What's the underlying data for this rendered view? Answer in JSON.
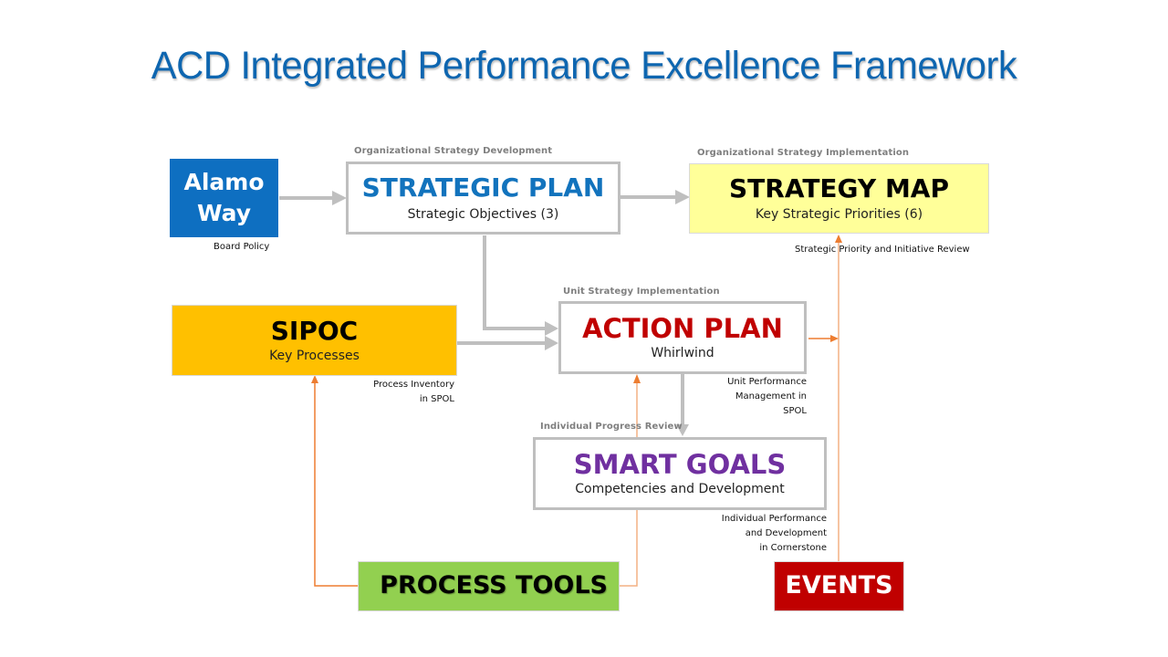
{
  "title": "ACD Integrated Performance Excellence Framework",
  "colors": {
    "title": "#0e66b0",
    "alamo_way_fill": "#0e6fc1",
    "strategic_plan_text": "#1273bd",
    "strategy_map_fill": "#ffff99",
    "sipoc_fill": "#ffc000",
    "action_plan_text": "#c00000",
    "smart_goals_text": "#7030a0",
    "process_tools_fill": "#92d050",
    "events_fill": "#c00000",
    "gray_connector": "#bfbfbf",
    "orange_connector": "#ed7d31"
  },
  "nodes": {
    "alamo_way": {
      "line1": "Alamo",
      "line2": "Way",
      "note": "Board Policy"
    },
    "strategic_plan": {
      "caption": "Organizational  Strategy Development",
      "heading": "STRATEGIC PLAN",
      "sub": "Strategic Objectives (3)"
    },
    "strategy_map": {
      "caption": "Organizational  Strategy Implementation",
      "heading": "STRATEGY MAP",
      "sub": "Key Strategic Priorities (6)",
      "note": "Strategic Priority and Initiative Review"
    },
    "sipoc": {
      "heading": "SIPOC",
      "sub": "Key Processes",
      "note_line1": "Process Inventory",
      "note_line2": "in SPOL"
    },
    "action_plan": {
      "caption": "Unit Strategy Implementation",
      "heading": "ACTION PLAN",
      "sub": "Whirlwind",
      "note_line1": "Unit Performance",
      "note_line2": "Management  in",
      "note_line3": "SPOL"
    },
    "smart_goals": {
      "caption": "Individual  Progress Review",
      "heading": "SMART GOALS",
      "sub": "Competencies and Development",
      "note_line1": "Individual Performance",
      "note_line2": "and Development",
      "note_line3": "in Cornerstone"
    },
    "process_tools": {
      "heading": "PROCESS TOOLS"
    },
    "events": {
      "heading": "EVENTS"
    }
  },
  "connectors": [
    {
      "from": "alamo_way",
      "to": "strategic_plan",
      "style": "gray-arrow"
    },
    {
      "from": "strategic_plan",
      "to": "strategy_map",
      "style": "gray-arrow"
    },
    {
      "from": "strategic_plan",
      "to": "action_plan",
      "style": "gray-elbow-arrow"
    },
    {
      "from": "sipoc",
      "to": "action_plan",
      "style": "gray-arrow"
    },
    {
      "from": "action_plan",
      "to": "smart_goals",
      "style": "gray-arrow"
    },
    {
      "from": "process_tools",
      "to": "sipoc",
      "style": "orange-elbow-arrow"
    },
    {
      "from": "process_tools",
      "to": "action_plan",
      "style": "orange-elbow-arrow"
    },
    {
      "from": "events",
      "to": "strategy_map",
      "style": "orange-arrow"
    },
    {
      "from": "action_plan",
      "to": "events-line",
      "style": "orange-arrow"
    }
  ]
}
